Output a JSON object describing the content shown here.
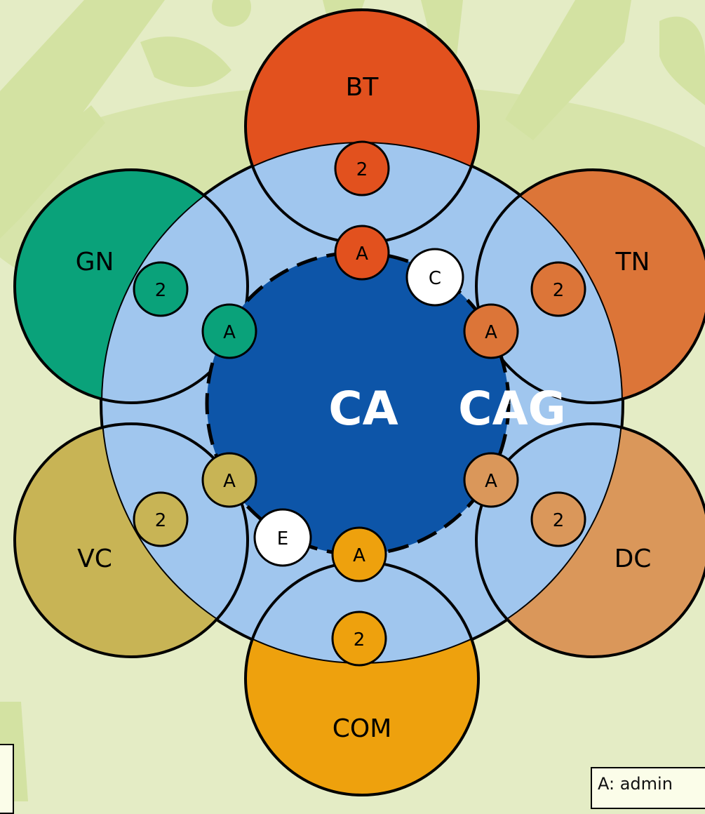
{
  "colors": {
    "background": "#e4ecc5",
    "watermark": "#d3e2a2",
    "ring": "#a0c6ee",
    "core": "#0d55a8",
    "bt": "#e2511e",
    "tn": "#dc7538",
    "dc": "#da975a",
    "com": "#eea10d",
    "vc": "#c8b455",
    "gn": "#0aa27a",
    "white": "#ffffff"
  },
  "center": {
    "label_ca": "CA",
    "label_cag": "CAG"
  },
  "outer_circles": [
    {
      "id": "bt",
      "label": "BT",
      "color": "#e2511e"
    },
    {
      "id": "tn",
      "label": "TN",
      "color": "#dc7538"
    },
    {
      "id": "dc",
      "label": "DC",
      "color": "#da975a"
    },
    {
      "id": "com",
      "label": "COM",
      "color": "#eea10d"
    },
    {
      "id": "vc",
      "label": "VC",
      "color": "#c8b455"
    },
    {
      "id": "gn",
      "label": "GN",
      "color": "#0aa27a"
    }
  ],
  "nodes": [
    {
      "id": "bt-a",
      "label": "A",
      "color": "#e2511e"
    },
    {
      "id": "bt-2",
      "label": "2",
      "color": "#e2511e"
    },
    {
      "id": "tn-a",
      "label": "A",
      "color": "#dc7538"
    },
    {
      "id": "tn-2",
      "label": "2",
      "color": "#dc7538"
    },
    {
      "id": "dc-a",
      "label": "A",
      "color": "#da975a"
    },
    {
      "id": "dc-2",
      "label": "2",
      "color": "#da975a"
    },
    {
      "id": "com-a",
      "label": "A",
      "color": "#eea10d"
    },
    {
      "id": "com-2",
      "label": "2",
      "color": "#eea10d"
    },
    {
      "id": "vc-a",
      "label": "A",
      "color": "#c8b455"
    },
    {
      "id": "vc-2",
      "label": "2",
      "color": "#c8b455"
    },
    {
      "id": "gn-a",
      "label": "A",
      "color": "#0aa27a"
    },
    {
      "id": "gn-2",
      "label": "2",
      "color": "#0aa27a"
    },
    {
      "id": "c",
      "label": "C",
      "color": "#ffffff"
    },
    {
      "id": "e",
      "label": "E",
      "color": "#ffffff"
    }
  ],
  "legend": {
    "text": "A: admin"
  }
}
